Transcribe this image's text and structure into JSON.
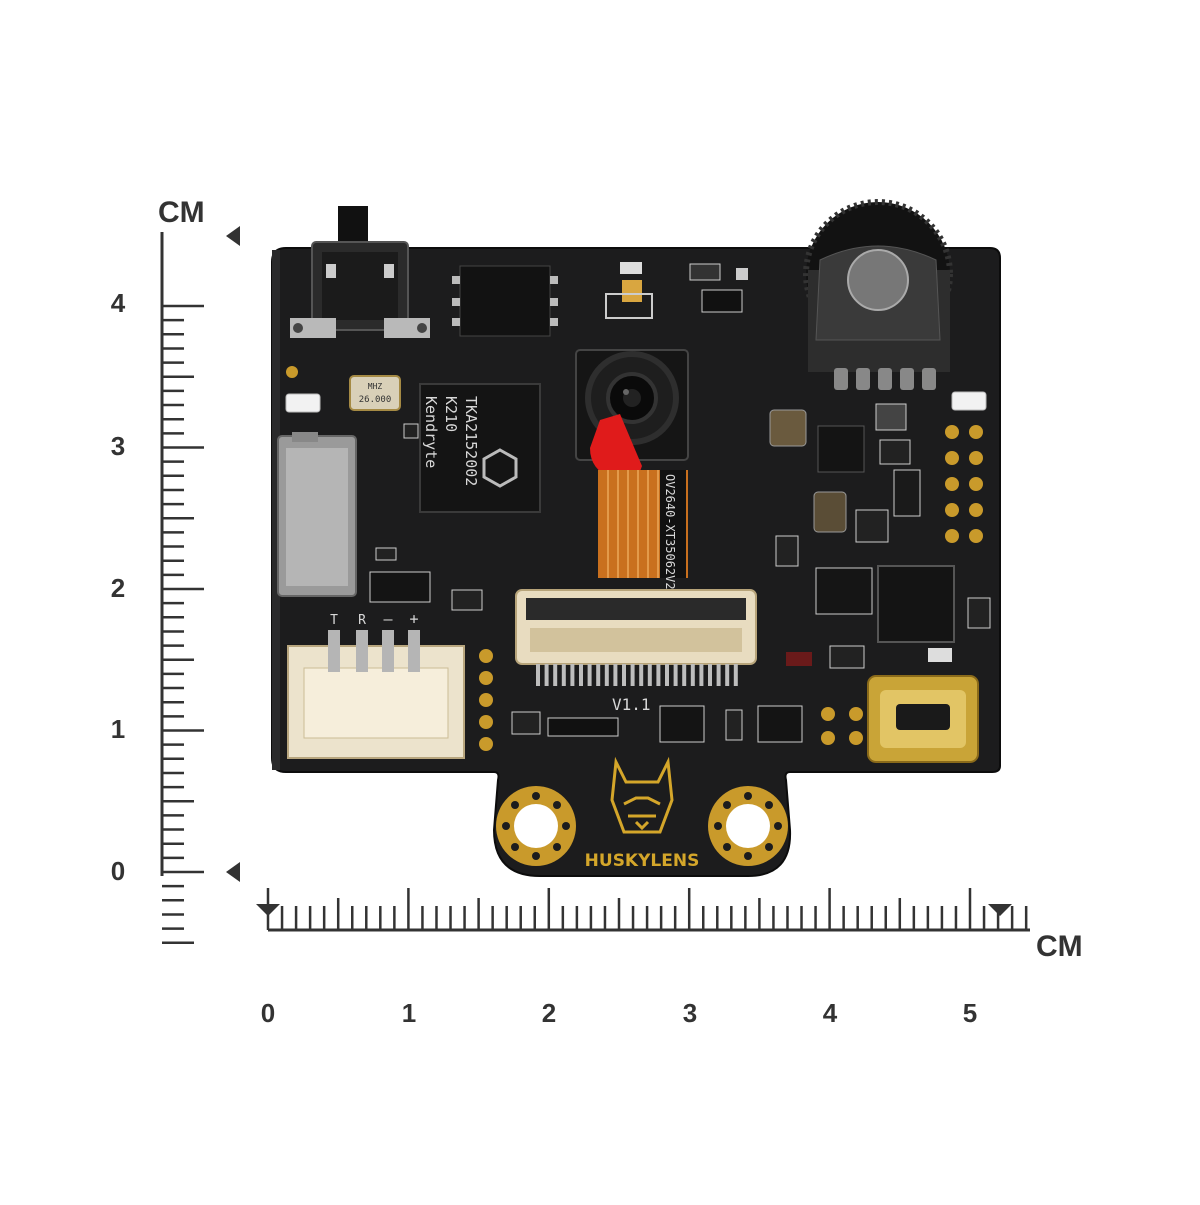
{
  "scale": {
    "unit_label": "CM",
    "vertical_ticks": [
      "4",
      "3",
      "2",
      "1",
      "0"
    ],
    "horizontal_ticks": [
      "0",
      "1",
      "2",
      "3",
      "4",
      "5"
    ]
  },
  "board": {
    "brand": "HUSKYLENS",
    "version": "V1.1",
    "chip_lines": [
      "Kendryte",
      "K210",
      "TKA2152002"
    ],
    "crystal_lines": [
      "26.000",
      "MHZ"
    ],
    "flex_label": "OV2640-XT35062V2",
    "connector_pins": [
      "T",
      "R",
      "–",
      "+"
    ]
  },
  "colors": {
    "pcb": "#1c1c1d",
    "gold": "#d4a62a",
    "scale": "#333333",
    "camera_tab": "#e01b1b",
    "flex_cable": "#c9701e"
  }
}
